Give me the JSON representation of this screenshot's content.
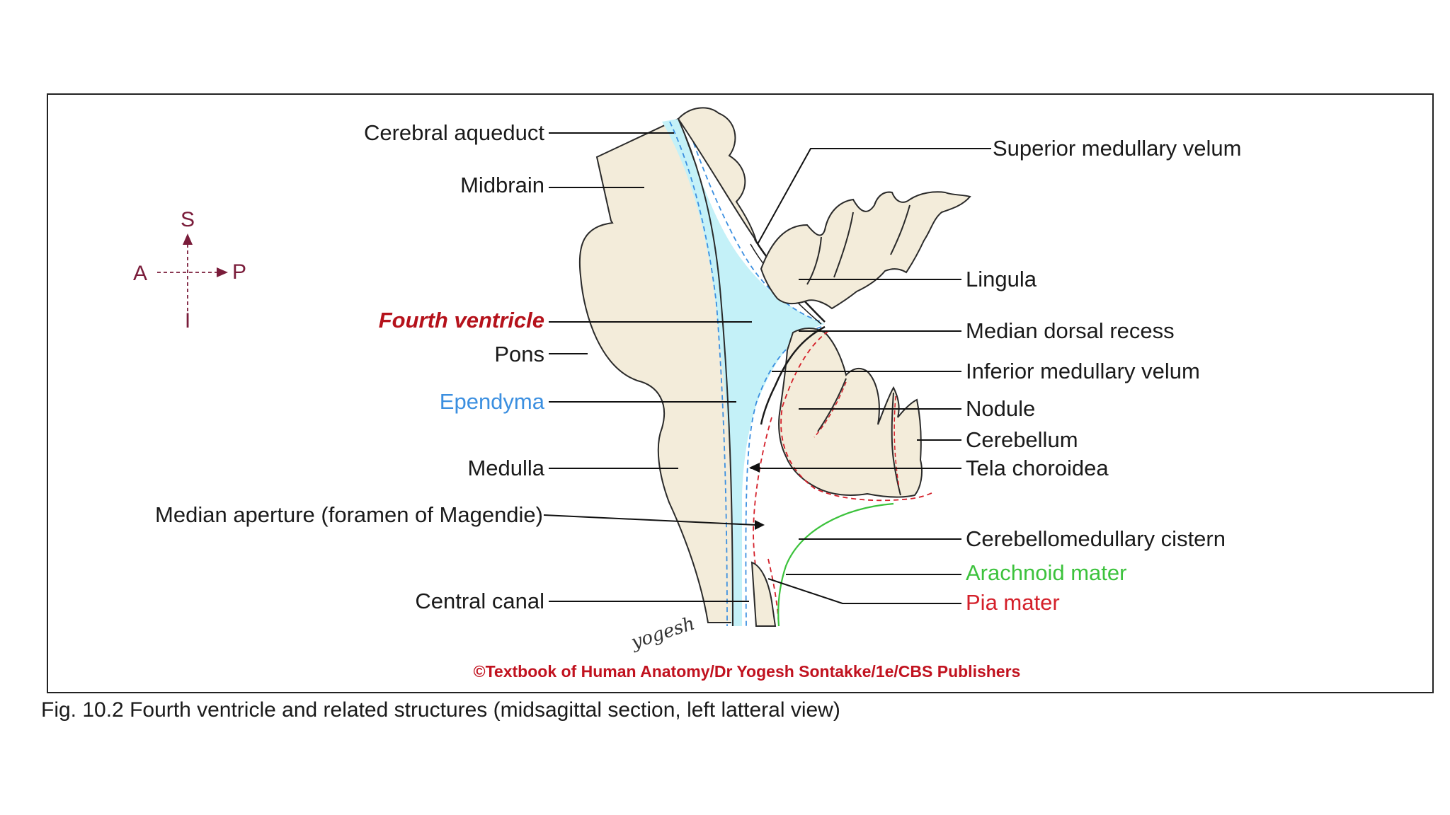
{
  "labels": {
    "cerebral_aqueduct": "Cerebral aqueduct",
    "midbrain": "Midbrain",
    "fourth_ventricle": "Fourth ventricle",
    "pons": "Pons",
    "ependyma": "Ependyma",
    "medulla": "Medulla",
    "median_aperture": "Median aperture (foramen of Magendie)",
    "central_canal": "Central canal",
    "superior_medullary_velum": "Superior medullary velum",
    "lingula": "Lingula",
    "median_dorsal_recess": "Median dorsal recess",
    "inferior_medullary_velum": "Inferior medullary velum",
    "nodule": "Nodule",
    "cerebellum": "Cerebellum",
    "tela_choroidea": "Tela choroidea",
    "cerebellomedullary_cistern": "Cerebellomedullary cistern",
    "arachnoid_mater": "Arachnoid mater",
    "pia_mater": "Pia mater"
  },
  "compass": {
    "superior": "S",
    "inferior": "I",
    "anterior": "A",
    "posterior": "P"
  },
  "signature": "yogesh",
  "copyright": "©Textbook of Human Anatomy/Dr Yogesh Sontakke/1e/CBS Publishers",
  "caption": "Fig. 10.2 Fourth ventricle and related structures (midsagittal section, left latteral view)",
  "colors": {
    "tissue": "#f3ecda",
    "ventricle": "#c4f1f8",
    "ependyma": "#3b8fe0",
    "pia": "#d4202a",
    "arachnoid": "#3cc23c",
    "compass": "#7a1c3a",
    "heading_red": "#b5121b"
  }
}
